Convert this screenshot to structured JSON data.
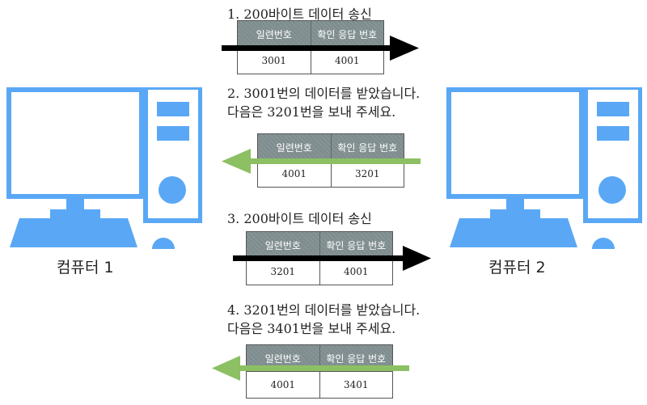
{
  "colors": {
    "computer": "#5aa8f5",
    "send_arrow": "#000000",
    "ack_arrow": "#8cc063",
    "packet_header": "#7f8d8f"
  },
  "computers": {
    "left": {
      "label": "컴퓨터 1",
      "icon": "desktop-computer-icon"
    },
    "right": {
      "label": "컴퓨터 2",
      "icon": "desktop-computer-icon"
    }
  },
  "packet_headers": {
    "seq": "일련번호",
    "ack": "확인 응답 번호"
  },
  "steps": [
    {
      "line1": "1. 200바이트 데이터 송신",
      "line2": "",
      "seq": "3001",
      "ack": "4001",
      "direction": "right"
    },
    {
      "line1": "2. 3001번의 데이터를 받았습니다.",
      "line2": "다음은 3201번을 보내 주세요.",
      "seq": "4001",
      "ack": "3201",
      "direction": "left"
    },
    {
      "line1": "3. 200바이트 데이터 송신",
      "line2": "",
      "seq": "3201",
      "ack": "4001",
      "direction": "right"
    },
    {
      "line1": "4. 3201번의 데이터를 받았습니다.",
      "line2": "다음은 3401번을 보내 주세요.",
      "seq": "4001",
      "ack": "3401",
      "direction": "left"
    }
  ]
}
